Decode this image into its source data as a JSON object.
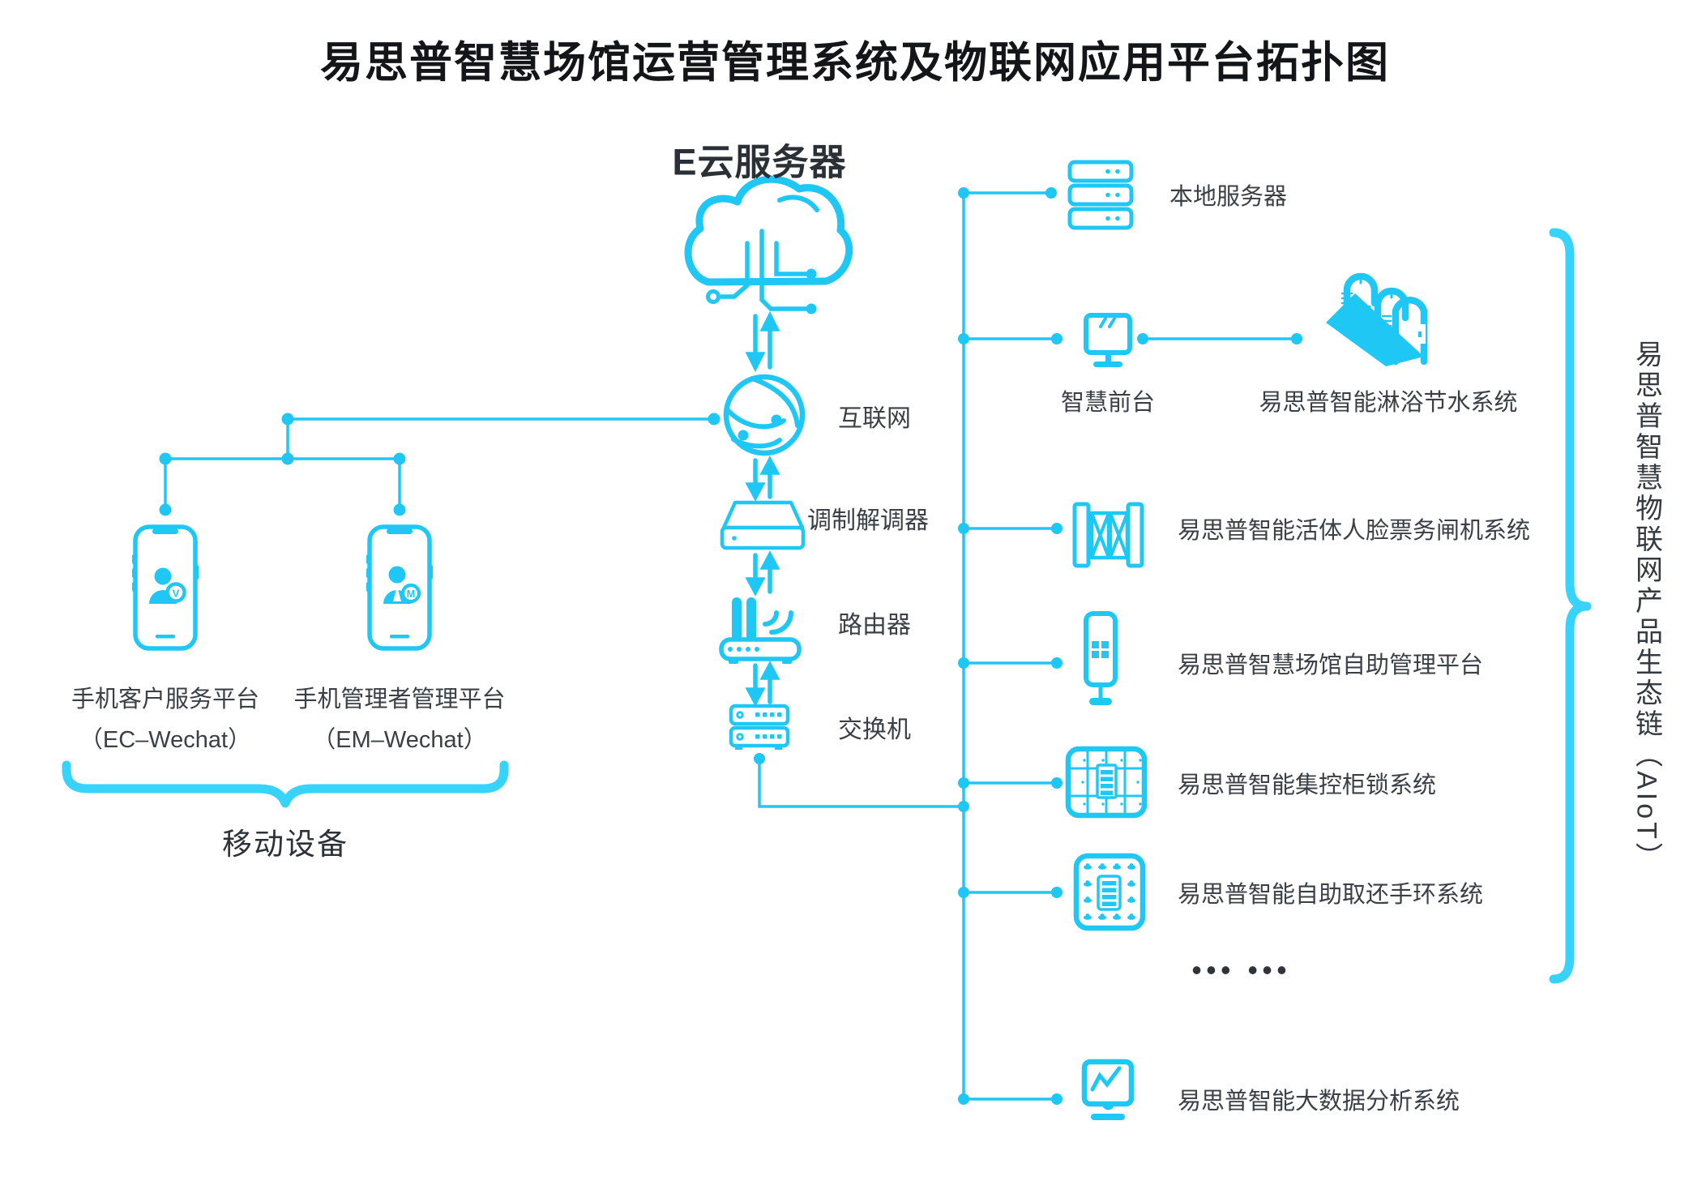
{
  "title": "易思普智慧场馆运营管理系统及物联网应用平台拓扑图",
  "cloud": {
    "label": "E云服务器"
  },
  "chain": {
    "internet": "互联网",
    "modem": "调制解调器",
    "router": "路由器",
    "switch": "交换机"
  },
  "mobile": {
    "group_label": "移动设备",
    "devices": [
      {
        "label": "手机客户服务平台",
        "sub": "（EC–Wechat）",
        "badge": "V"
      },
      {
        "label": "手机管理者管理平台",
        "sub": "（EM–Wechat）",
        "badge": "M"
      }
    ]
  },
  "right": {
    "local_server": "本地服务器",
    "front_desk": "智慧前台",
    "shower": "易思普智能淋浴节水系统",
    "gate": "易思普智能活体人脸票务闸机系统",
    "kiosk": "易思普智慧场馆自助管理平台",
    "cabinet": "易思普智能集控柜锁系统",
    "wristband": "易思普智能自助取还手环系统",
    "ellipsis": "••• •••",
    "bigdata": "易思普智能大数据分析系统",
    "brace_label": "易思普智慧物联网产品生态链（AIoT）"
  },
  "colors": {
    "cyan": "#1FC7F5",
    "cyan_light": "#38D3FB",
    "text": "#3A4046",
    "title": "#131518"
  }
}
